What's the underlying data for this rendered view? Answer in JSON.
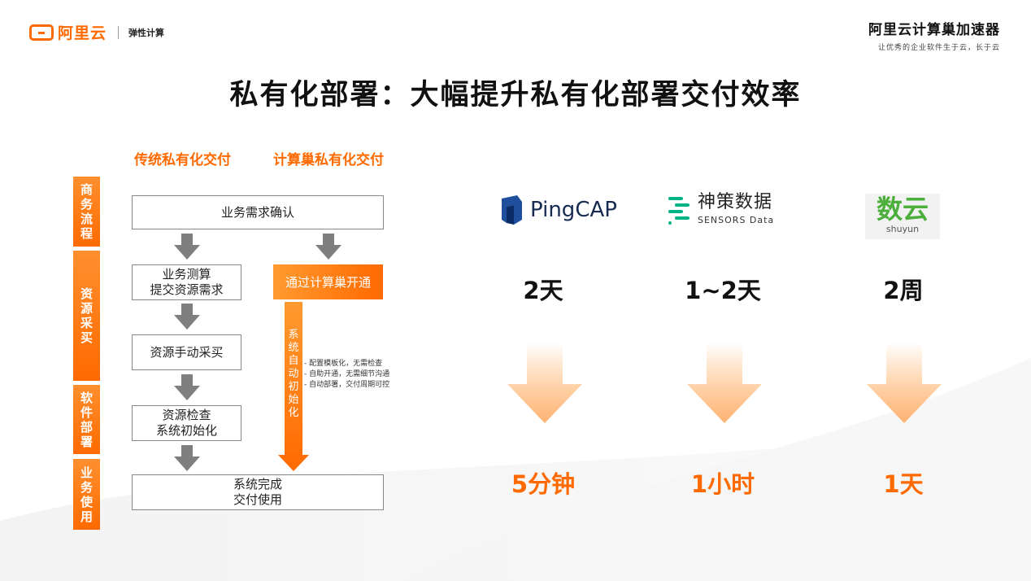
{
  "header": {
    "logo_text": "阿里云",
    "logo_sub": "弹性计算",
    "brand_title": "阿里云计算巢加速器",
    "brand_slogan": "让优秀的企业软件生于云，长于云"
  },
  "title": "私有化部署：大幅提升私有化部署交付效率",
  "columns": {
    "traditional": "传统私有化交付",
    "computenest": "计算巢私有化交付"
  },
  "stages": [
    {
      "label": "商务流程"
    },
    {
      "label": "资源采买"
    },
    {
      "label": "软件部署"
    },
    {
      "label": "业务使用"
    }
  ],
  "flow": {
    "business_confirm": "业务需求确认",
    "estimate_line1": "业务测算",
    "estimate_line2": "提交资源需求",
    "manual_purchase": "资源手动采买",
    "check_line1": "资源检查",
    "check_line2": "系统初始化",
    "done_line1": "系统完成",
    "done_line2": "交付使用",
    "nest_open": "通过计算巢开通",
    "auto_init": "系统自动初始化",
    "notes": [
      "- 配置模板化，无需检查",
      "- 自助开通，无需细节沟通",
      "- 自动部署，交付周期可控"
    ]
  },
  "customers": [
    {
      "name": "PingCAP",
      "before": "2天",
      "after": "5分钟"
    },
    {
      "name": "神策数据",
      "name_en": "SENSORS Data",
      "before": "1~2天",
      "after": "1小时"
    },
    {
      "name": "数云",
      "name_en": "shuyun",
      "before": "2周",
      "after": "1天"
    }
  ],
  "colors": {
    "accent": "#ff6a00",
    "arrow_gray": "#7f7f7f"
  }
}
